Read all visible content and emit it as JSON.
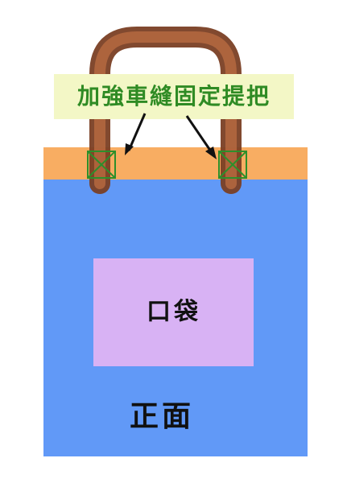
{
  "diagram": {
    "callout_text": "加強車縫固定提把",
    "pocket_text": "口袋",
    "front_text": "正面"
  },
  "colors": {
    "background": "#ffffff",
    "bag_body": "#6199f7",
    "top_band": "#f8ad62",
    "pocket": "#d8b2f4",
    "handle_outer": "#8b4a2c",
    "handle_inner": "#b5683f",
    "label_bg": "#f3f7c6",
    "label_text": "#2f8b24",
    "stitch": "#2d8f2b",
    "arrow": "#111111",
    "text_dark": "#111111"
  },
  "icons": [
    "x-stitch-box-icon",
    "arrow-icon"
  ]
}
